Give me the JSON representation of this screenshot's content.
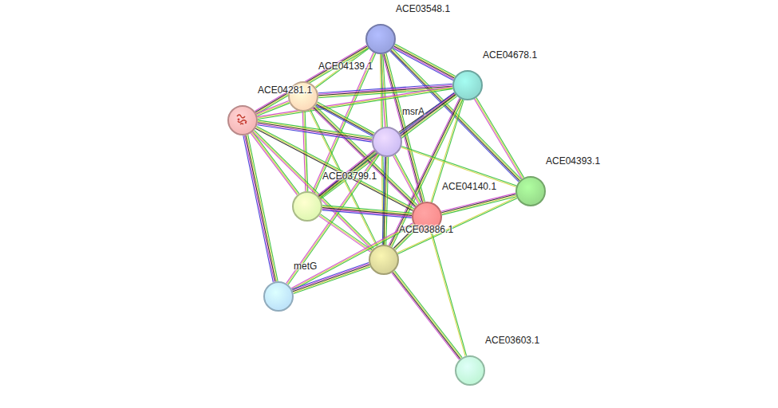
{
  "diagram": {
    "nodes": [
      {
        "text": [
          "ACE03548.1"
        ]
      },
      {
        "text": [
          "ACE04678.1"
        ]
      },
      {
        "text": [
          "ACE04139.1"
        ]
      },
      {
        "text": [
          "ACE04281.1"
        ]
      },
      {
        "text": [
          "msrA"
        ]
      },
      {
        "text": [
          "ACE04393.1"
        ]
      },
      {
        "text": [
          "ACE03799.1"
        ]
      },
      {
        "text": [
          "ACE04140.1"
        ]
      },
      {
        "text": [
          "ACE03886.1"
        ]
      },
      {
        "text": [
          "metG"
        ]
      },
      {
        "text": [
          "ACE03603.1"
        ]
      }
    ],
    "edges": [
      {
        "from": 0,
        "to": 1,
        "arrow": "none"
      },
      {
        "from": 0,
        "to": 2,
        "arrow": "none"
      },
      {
        "from": 0,
        "to": 3,
        "arrow": "none"
      },
      {
        "from": 0,
        "to": 4,
        "arrow": "none"
      },
      {
        "from": 0,
        "to": 5,
        "arrow": "none"
      },
      {
        "from": 0,
        "to": 6,
        "arrow": "none"
      },
      {
        "from": 0,
        "to": 7,
        "arrow": "none"
      },
      {
        "from": 0,
        "to": 8,
        "arrow": "none"
      },
      {
        "from": 1,
        "to": 2,
        "arrow": "none"
      },
      {
        "from": 1,
        "to": 3,
        "arrow": "none"
      },
      {
        "from": 1,
        "to": 4,
        "arrow": "none"
      },
      {
        "from": 1,
        "to": 5,
        "arrow": "none"
      },
      {
        "from": 1,
        "to": 6,
        "arrow": "none"
      },
      {
        "from": 1,
        "to": 7,
        "arrow": "none"
      },
      {
        "from": 1,
        "to": 8,
        "arrow": "none"
      },
      {
        "from": 2,
        "to": 3,
        "arrow": "none"
      },
      {
        "from": 2,
        "to": 4,
        "arrow": "none"
      },
      {
        "from": 2,
        "to": 6,
        "arrow": "none"
      },
      {
        "from": 2,
        "to": 7,
        "arrow": "none"
      },
      {
        "from": 2,
        "to": 8,
        "arrow": "none"
      },
      {
        "from": 3,
        "to": 4,
        "arrow": "none"
      },
      {
        "from": 3,
        "to": 6,
        "arrow": "none"
      },
      {
        "from": 3,
        "to": 7,
        "arrow": "none"
      },
      {
        "from": 3,
        "to": 8,
        "arrow": "none"
      },
      {
        "from": 3,
        "to": 9,
        "arrow": "none"
      },
      {
        "from": 4,
        "to": 5,
        "arrow": "none"
      },
      {
        "from": 4,
        "to": 6,
        "arrow": "none"
      },
      {
        "from": 4,
        "to": 7,
        "arrow": "none"
      },
      {
        "from": 4,
        "to": 8,
        "arrow": "none"
      },
      {
        "from": 4,
        "to": 9,
        "arrow": "none"
      },
      {
        "from": 5,
        "to": 7,
        "arrow": "none"
      },
      {
        "from": 5,
        "to": 8,
        "arrow": "none"
      },
      {
        "from": 6,
        "to": 7,
        "arrow": "none"
      },
      {
        "from": 6,
        "to": 8,
        "arrow": "none"
      },
      {
        "from": 7,
        "to": 8,
        "arrow": "none"
      },
      {
        "from": 7,
        "to": 9,
        "arrow": "none"
      },
      {
        "from": 8,
        "to": 9,
        "arrow": "none"
      },
      {
        "from": 7,
        "to": 10,
        "arrow": "none"
      },
      {
        "from": 8,
        "to": 10,
        "arrow": "none"
      }
    ]
  }
}
